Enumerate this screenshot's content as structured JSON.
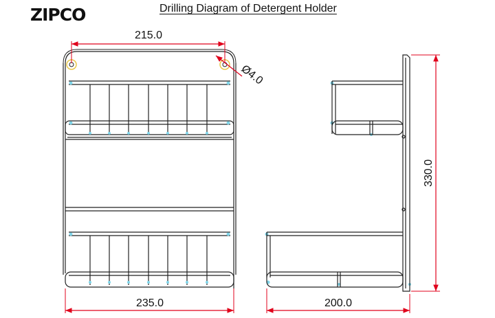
{
  "logo": {
    "text": "ZIPCO"
  },
  "title": "Drilling Diagram of Detergent Holder",
  "colors": {
    "dimension": "#e0001b",
    "outline": "#222222",
    "hole": "#e8c84a",
    "marker": "#7fd4e8"
  },
  "dimensions": {
    "top_width": "215.0",
    "hole_diameter": "Ø4.0",
    "bottom_width": "235.0",
    "depth": "200.0",
    "height": "330.0"
  }
}
